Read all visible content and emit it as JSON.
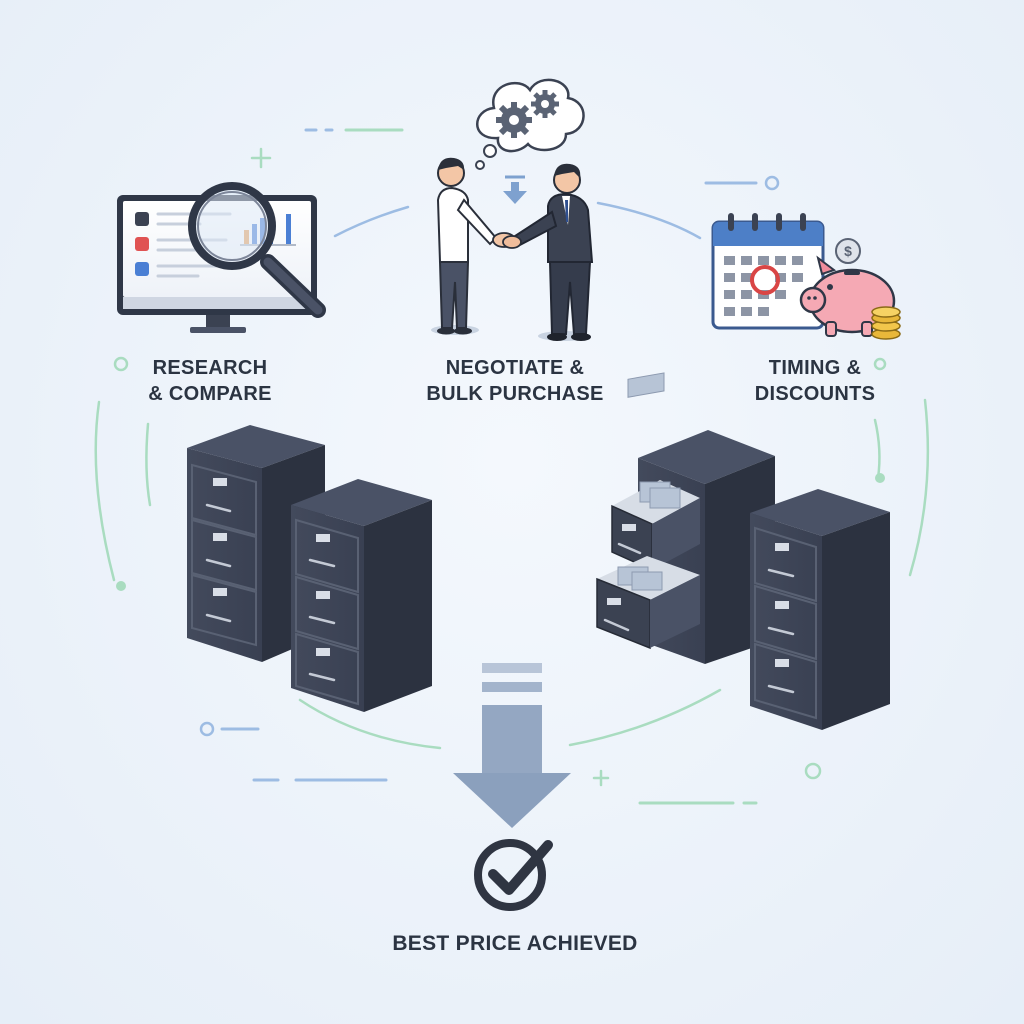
{
  "steps": [
    {
      "id": "research",
      "line1": "RESEARCH",
      "line2": "& COMPARE",
      "icon": "monitor-magnifier-icon"
    },
    {
      "id": "negotiate",
      "line1": "NEGOTIATE &",
      "line2": "BULK PURCHASE",
      "icon": "handshake-icon"
    },
    {
      "id": "timing",
      "line1": "TIMING &",
      "line2": "DISCOUNTS",
      "icon": "calendar-piggy-bank-icon"
    }
  ],
  "result": {
    "label": "BEST PRICE ACHIEVED",
    "icon": "checkmark-circle-icon"
  },
  "colors": {
    "background": "#eaf1f9",
    "cabinet": "#3b4252",
    "cabinet_side": "#2c3240",
    "arrow": "#8fa3bf",
    "accent_green": "#a9dcc0",
    "accent_blue": "#9dbce3",
    "text": "#2b3442"
  }
}
